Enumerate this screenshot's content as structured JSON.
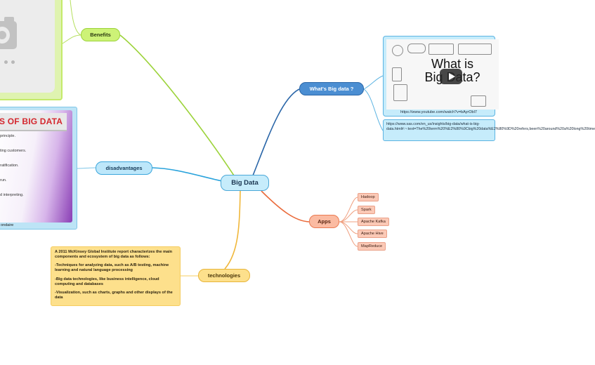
{
  "central": {
    "label": "Big Data"
  },
  "branches": {
    "benefits": {
      "label": "Benefits"
    },
    "disadvantages": {
      "label": "disadvantages"
    },
    "technologies": {
      "label": "technologies"
    },
    "what_is": {
      "label": "What's Big data ?"
    },
    "apps": {
      "label": "Apps"
    }
  },
  "apps_items": [
    "Hadoop",
    "Spark",
    "Apache Kafka",
    "Apache Hive",
    "MapReduce"
  ],
  "disadvantages_image": {
    "title": "S OF BIG DATA",
    "lines": [
      "principle.",
      "ting customers.",
      "ratification.",
      "run.",
      "d interpreting."
    ],
    "caption": "ondaire"
  },
  "technologies_note": {
    "paragraphs": [
      "A 2011 McKinsey Global Institute report characterizes the main components and ecosystem of big data as follows:",
      "-Techniques for analyzing data, such as A/B testing, machine learning and natural language processing",
      "-Big data technologies, like business intelligence, cloud computing and databases",
      "-Visualization, such as charts, graphs and other displays of the data"
    ]
  },
  "video": {
    "title_line1": "What is",
    "title_line2": "Big Data?",
    "url": "https://www.youtube.com/watch?v=bAyrObl7"
  },
  "link_note": {
    "text": "https://www.sas.com/en_us/insights/big-data/what-is-big-data.html#:~:text=The%20term%20%E2%80%9Cbig%20data%E2%80%9D%20refers,been%20around%20a%20long%20time"
  },
  "colors": {
    "benefits": "#cdf277",
    "disadvantages": "#bde7fa",
    "technologies": "#fde08c",
    "what_is": "#4b8ed2",
    "apps": "#fbbba2",
    "central": "#c6ecfb"
  }
}
